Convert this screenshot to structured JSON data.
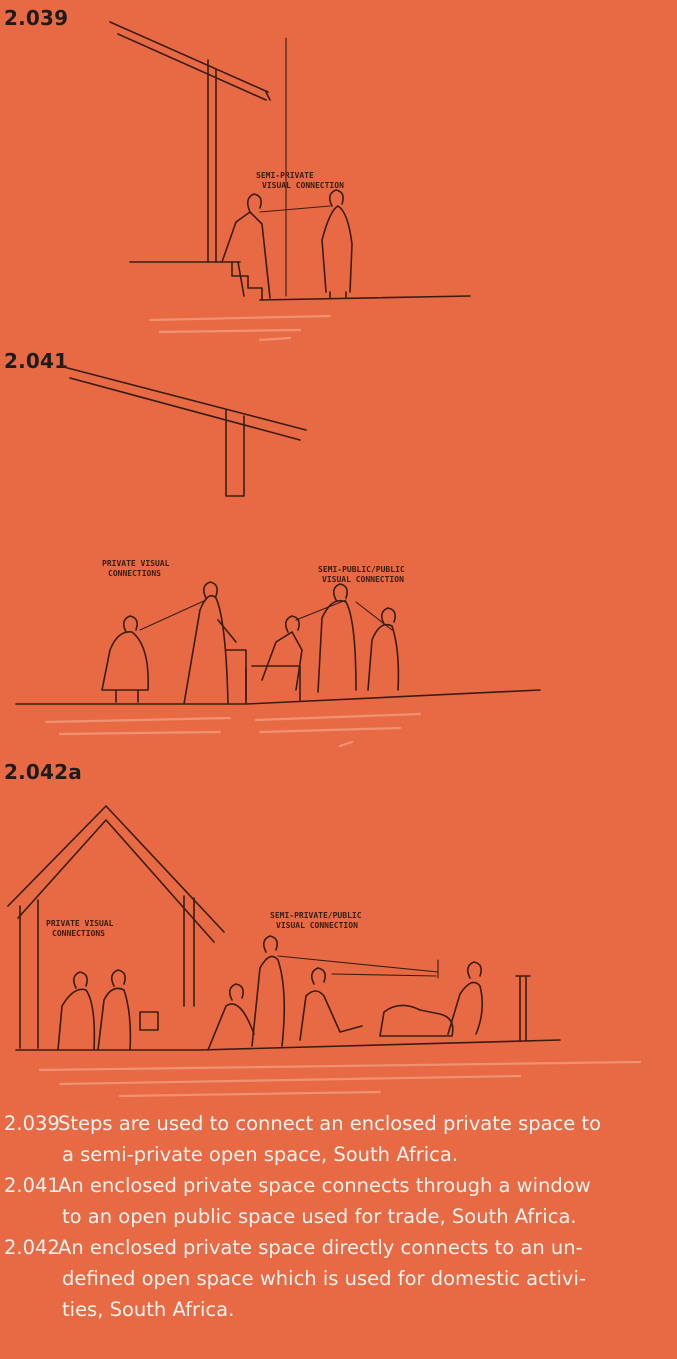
{
  "figures": [
    {
      "label": "2.039",
      "notes": [
        "SEMI-PRIVATE",
        "VISUAL CONNECTION"
      ]
    },
    {
      "label": "2.041",
      "notes": [
        "PRIVATE VISUAL",
        "CONNECTIONS",
        "SEMI-PUBLIC/PUBLIC",
        "VISUAL CONNECTION"
      ]
    },
    {
      "label": "2.042a",
      "notes": [
        "PRIVATE VISUAL",
        "CONNECTIONS",
        "SEMI-PRIVATE/PUBLIC",
        "VISUAL CONNECTION"
      ]
    }
  ],
  "captions": [
    {
      "number": "2.039",
      "line1": "Steps are used to connect an enclosed private space to",
      "line2": "a semi-private open space, South Africa."
    },
    {
      "number": "2.041",
      "line1": "An enclosed private space connects through a window",
      "line2": "to an open public space used for trade, South Africa."
    },
    {
      "number": "2.042",
      "line1": "An enclosed private space directly connects to an un-",
      "line2": "defined open space which is used for domestic activi-",
      "line3": "ties, South Africa."
    }
  ]
}
